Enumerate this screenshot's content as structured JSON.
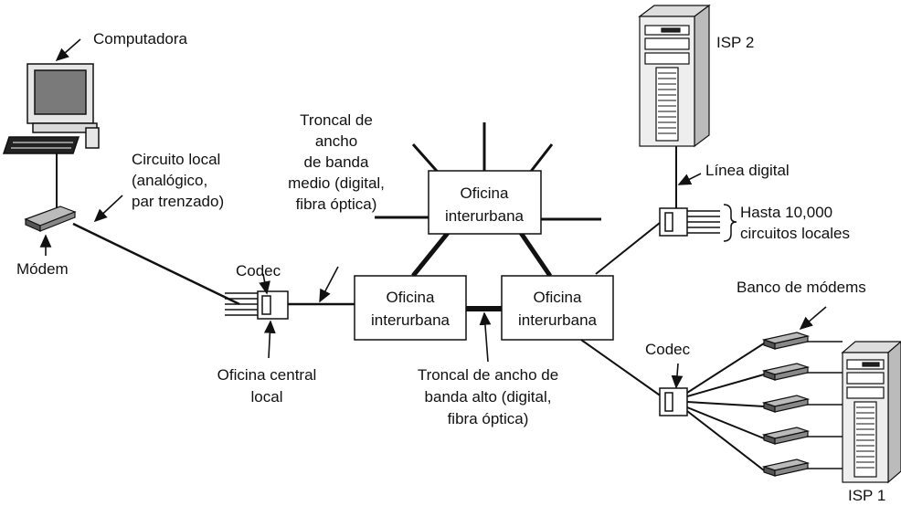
{
  "labels": {
    "computadora": "Computadora",
    "circuito_local": [
      "Circuito local",
      "(analógico,",
      "par trenzado)"
    ],
    "modem": "Módem",
    "codec_left": "Codec",
    "oficina_central": [
      "Oficina central",
      "local"
    ],
    "troncal_medio": [
      "Troncal de",
      "ancho",
      "de banda",
      "medio (digital,",
      "fibra óptica)"
    ],
    "troncal_alto": [
      "Troncal de ancho de",
      "banda alto (digital,",
      "fibra óptica)"
    ],
    "oficina_top": [
      "Oficina",
      "interurbana"
    ],
    "oficina_left": [
      "Oficina",
      "interurbana"
    ],
    "oficina_right": [
      "Oficina",
      "interurbana"
    ],
    "isp2": "ISP 2",
    "linea_digital": "Línea digital",
    "hasta": [
      "Hasta 10,000",
      "circuitos locales"
    ],
    "banco_modems": "Banco de módems",
    "codec_right": "Codec",
    "isp1": "ISP 1"
  },
  "icons": {
    "computer": "desktop-computer-icon",
    "modem": "modem-icon",
    "codec": "codec-icon",
    "server": "server-tower-icon",
    "modem_bank": "modem-bank-icon"
  }
}
